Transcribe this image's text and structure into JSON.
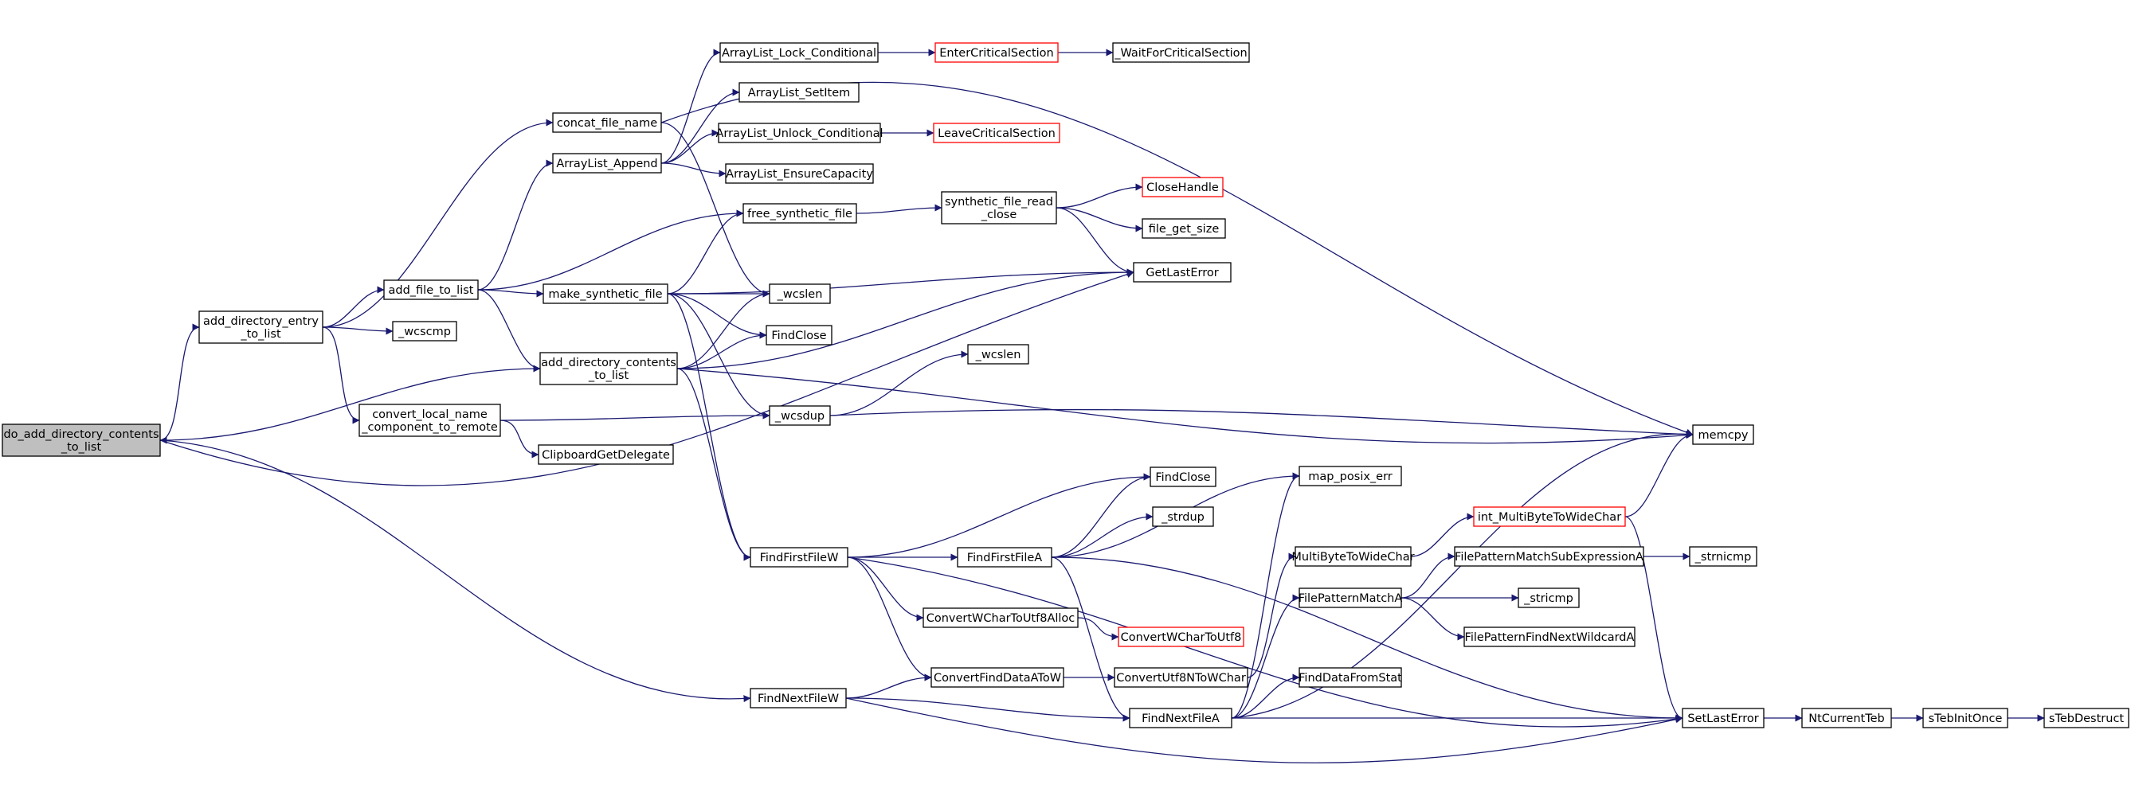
{
  "colors": {
    "edge": "#191970",
    "root_fill": "#bfbfbf",
    "node_fill": "#ffffff",
    "node_border": "#000000",
    "truncated_border": "#ff0000"
  },
  "nodes": [
    {
      "id": "do_add_directory_contents_to_list",
      "lines": [
        "do_add_directory_contents",
        "_to_list"
      ],
      "root": true
    },
    {
      "id": "add_directory_entry_to_list",
      "lines": [
        "add_directory_entry",
        "_to_list"
      ]
    },
    {
      "id": "concat_file_name",
      "lines": [
        "concat_file_name"
      ]
    },
    {
      "id": "ArrayList_Append",
      "lines": [
        "ArrayList_Append"
      ]
    },
    {
      "id": "add_file_to_list",
      "lines": [
        "add_file_to_list"
      ]
    },
    {
      "id": "_wcscmp",
      "lines": [
        "_wcscmp"
      ]
    },
    {
      "id": "convert_local_name_component_to_remote",
      "lines": [
        "convert_local_name",
        "_component_to_remote"
      ]
    },
    {
      "id": "add_directory_contents_to_list",
      "lines": [
        "add_directory_contents",
        "_to_list"
      ]
    },
    {
      "id": "make_synthetic_file",
      "lines": [
        "make_synthetic_file"
      ]
    },
    {
      "id": "ClipboardGetDelegate",
      "lines": [
        "ClipboardGetDelegate"
      ]
    },
    {
      "id": "ArrayList_Lock_Conditional",
      "lines": [
        "ArrayList_Lock_Conditional"
      ]
    },
    {
      "id": "ArrayList_SetItem",
      "lines": [
        "ArrayList_SetItem"
      ]
    },
    {
      "id": "ArrayList_Unlock_Conditional",
      "lines": [
        "ArrayList_Unlock_Conditional"
      ]
    },
    {
      "id": "ArrayList_EnsureCapacity",
      "lines": [
        "ArrayList_EnsureCapacity"
      ]
    },
    {
      "id": "free_synthetic_file",
      "lines": [
        "free_synthetic_file"
      ]
    },
    {
      "id": "_wcslen_1",
      "lines": [
        "_wcslen"
      ]
    },
    {
      "id": "FindClose_1",
      "lines": [
        "FindClose"
      ]
    },
    {
      "id": "_wcsdup",
      "lines": [
        "_wcsdup"
      ]
    },
    {
      "id": "FindFirstFileW",
      "lines": [
        "FindFirstFileW"
      ]
    },
    {
      "id": "FindNextFileW",
      "lines": [
        "FindNextFileW"
      ]
    },
    {
      "id": "EnterCriticalSection",
      "lines": [
        "EnterCriticalSection"
      ],
      "truncated": true
    },
    {
      "id": "LeaveCriticalSection",
      "lines": [
        "LeaveCriticalSection"
      ],
      "truncated": true
    },
    {
      "id": "synthetic_file_read_close",
      "lines": [
        "synthetic_file_read",
        "_close"
      ]
    },
    {
      "id": "_wcslen_2",
      "lines": [
        "_wcslen"
      ]
    },
    {
      "id": "FindFirstFileA",
      "lines": [
        "FindFirstFileA"
      ]
    },
    {
      "id": "ConvertWCharToUtf8Alloc",
      "lines": [
        "ConvertWCharToUtf8Alloc"
      ]
    },
    {
      "id": "ConvertFindDataAToW",
      "lines": [
        "ConvertFindDataAToW"
      ]
    },
    {
      "id": "_WaitForCriticalSection",
      "lines": [
        "_WaitForCriticalSection"
      ]
    },
    {
      "id": "CloseHandle",
      "lines": [
        "CloseHandle"
      ],
      "truncated": true
    },
    {
      "id": "file_get_size",
      "lines": [
        "file_get_size"
      ]
    },
    {
      "id": "GetLastError",
      "lines": [
        "GetLastError"
      ]
    },
    {
      "id": "FindClose_2",
      "lines": [
        "FindClose"
      ]
    },
    {
      "id": "_strdup",
      "lines": [
        "_strdup"
      ]
    },
    {
      "id": "ConvertWCharToUtf8",
      "lines": [
        "ConvertWCharToUtf8"
      ],
      "truncated": true
    },
    {
      "id": "ConvertUtf8NToWChar",
      "lines": [
        "ConvertUtf8NToWChar"
      ]
    },
    {
      "id": "FindNextFileA",
      "lines": [
        "FindNextFileA"
      ]
    },
    {
      "id": "map_posix_err",
      "lines": [
        "map_posix_err"
      ]
    },
    {
      "id": "MultiByteToWideChar",
      "lines": [
        "MultiByteToWideChar"
      ]
    },
    {
      "id": "FilePatternMatchA",
      "lines": [
        "FilePatternMatchA"
      ]
    },
    {
      "id": "FindDataFromStat",
      "lines": [
        "FindDataFromStat"
      ]
    },
    {
      "id": "int_MultiByteToWideChar",
      "lines": [
        "int_MultiByteToWideChar"
      ],
      "truncated": true
    },
    {
      "id": "FilePatternMatchSubExpressionA",
      "lines": [
        "FilePatternMatchSubExpressionA"
      ]
    },
    {
      "id": "_stricmp",
      "lines": [
        "_stricmp"
      ]
    },
    {
      "id": "FilePatternFindNextWildcardA",
      "lines": [
        "FilePatternFindNextWildcardA"
      ]
    },
    {
      "id": "_strnicmp",
      "lines": [
        "_strnicmp"
      ]
    },
    {
      "id": "memcpy",
      "lines": [
        "memcpy"
      ]
    },
    {
      "id": "SetLastError",
      "lines": [
        "SetLastError"
      ]
    },
    {
      "id": "NtCurrentTeb",
      "lines": [
        "NtCurrentTeb"
      ]
    },
    {
      "id": "sTebInitOnce",
      "lines": [
        "sTebInitOnce"
      ]
    },
    {
      "id": "sTebDestruct",
      "lines": [
        "sTebDestruct"
      ]
    }
  ],
  "edges": [
    [
      "do_add_directory_contents_to_list",
      "add_directory_entry_to_list"
    ],
    [
      "do_add_directory_contents_to_list",
      "GetLastError"
    ],
    [
      "do_add_directory_contents_to_list",
      "FindNextFileW"
    ],
    [
      "add_directory_contents_to_list",
      "do_add_directory_contents_to_list"
    ],
    [
      "add_directory_entry_to_list",
      "concat_file_name"
    ],
    [
      "add_directory_entry_to_list",
      "add_file_to_list"
    ],
    [
      "add_directory_entry_to_list",
      "_wcscmp"
    ],
    [
      "add_directory_entry_to_list",
      "convert_local_name_component_to_remote"
    ],
    [
      "concat_file_name",
      "memcpy"
    ],
    [
      "concat_file_name",
      "_wcslen_1"
    ],
    [
      "add_file_to_list",
      "ArrayList_Append"
    ],
    [
      "add_file_to_list",
      "free_synthetic_file"
    ],
    [
      "add_file_to_list",
      "make_synthetic_file"
    ],
    [
      "add_file_to_list",
      "add_directory_contents_to_list"
    ],
    [
      "ArrayList_Append",
      "ArrayList_Lock_Conditional"
    ],
    [
      "ArrayList_Append",
      "ArrayList_SetItem"
    ],
    [
      "ArrayList_Append",
      "ArrayList_Unlock_Conditional"
    ],
    [
      "ArrayList_Append",
      "ArrayList_EnsureCapacity"
    ],
    [
      "ArrayList_Lock_Conditional",
      "EnterCriticalSection"
    ],
    [
      "EnterCriticalSection",
      "_WaitForCriticalSection"
    ],
    [
      "ArrayList_Unlock_Conditional",
      "LeaveCriticalSection"
    ],
    [
      "make_synthetic_file",
      "free_synthetic_file"
    ],
    [
      "make_synthetic_file",
      "GetLastError"
    ],
    [
      "make_synthetic_file",
      "_wcslen_1"
    ],
    [
      "make_synthetic_file",
      "FindClose_1"
    ],
    [
      "make_synthetic_file",
      "_wcsdup"
    ],
    [
      "make_synthetic_file",
      "FindFirstFileW"
    ],
    [
      "free_synthetic_file",
      "synthetic_file_read_close"
    ],
    [
      "synthetic_file_read_close",
      "CloseHandle"
    ],
    [
      "synthetic_file_read_close",
      "file_get_size"
    ],
    [
      "synthetic_file_read_close",
      "GetLastError"
    ],
    [
      "add_directory_contents_to_list",
      "_wcslen_1"
    ],
    [
      "add_directory_contents_to_list",
      "GetLastError"
    ],
    [
      "add_directory_contents_to_list",
      "FindClose_1"
    ],
    [
      "add_directory_contents_to_list",
      "memcpy"
    ],
    [
      "add_directory_contents_to_list",
      "FindFirstFileW"
    ],
    [
      "convert_local_name_component_to_remote",
      "_wcsdup"
    ],
    [
      "convert_local_name_component_to_remote",
      "ClipboardGetDelegate"
    ],
    [
      "_wcsdup",
      "_wcslen_2"
    ],
    [
      "_wcsdup",
      "memcpy"
    ],
    [
      "FindFirstFileW",
      "FindFirstFileA"
    ],
    [
      "FindFirstFileW",
      "FindClose_2"
    ],
    [
      "FindFirstFileW",
      "ConvertWCharToUtf8Alloc"
    ],
    [
      "FindFirstFileW",
      "ConvertFindDataAToW"
    ],
    [
      "FindFirstFileW",
      "SetLastError"
    ],
    [
      "FindFirstFileA",
      "FindClose_2"
    ],
    [
      "FindFirstFileA",
      "_strdup"
    ],
    [
      "FindFirstFileA",
      "map_posix_err"
    ],
    [
      "FindFirstFileA",
      "FindNextFileA"
    ],
    [
      "FindFirstFileA",
      "SetLastError"
    ],
    [
      "ConvertWCharToUtf8Alloc",
      "ConvertWCharToUtf8"
    ],
    [
      "ConvertFindDataAToW",
      "ConvertUtf8NToWChar"
    ],
    [
      "ConvertUtf8NToWChar",
      "MultiByteToWideChar"
    ],
    [
      "FindNextFileW",
      "ConvertFindDataAToW"
    ],
    [
      "FindNextFileW",
      "FindNextFileA"
    ],
    [
      "FindNextFileW",
      "SetLastError"
    ],
    [
      "FindNextFileA",
      "map_posix_err"
    ],
    [
      "FindNextFileA",
      "memcpy"
    ],
    [
      "FindNextFileA",
      "FilePatternMatchA"
    ],
    [
      "FindNextFileA",
      "FindDataFromStat"
    ],
    [
      "FindNextFileA",
      "SetLastError"
    ],
    [
      "MultiByteToWideChar",
      "int_MultiByteToWideChar"
    ],
    [
      "int_MultiByteToWideChar",
      "memcpy"
    ],
    [
      "int_MultiByteToWideChar",
      "SetLastError"
    ],
    [
      "FilePatternMatchA",
      "FilePatternMatchSubExpressionA"
    ],
    [
      "FilePatternMatchA",
      "_stricmp"
    ],
    [
      "FilePatternMatchA",
      "FilePatternFindNextWildcardA"
    ],
    [
      "FilePatternMatchSubExpressionA",
      "_strnicmp"
    ],
    [
      "SetLastError",
      "NtCurrentTeb"
    ],
    [
      "NtCurrentTeb",
      "sTebInitOnce"
    ],
    [
      "sTebInitOnce",
      "sTebDestruct"
    ]
  ]
}
